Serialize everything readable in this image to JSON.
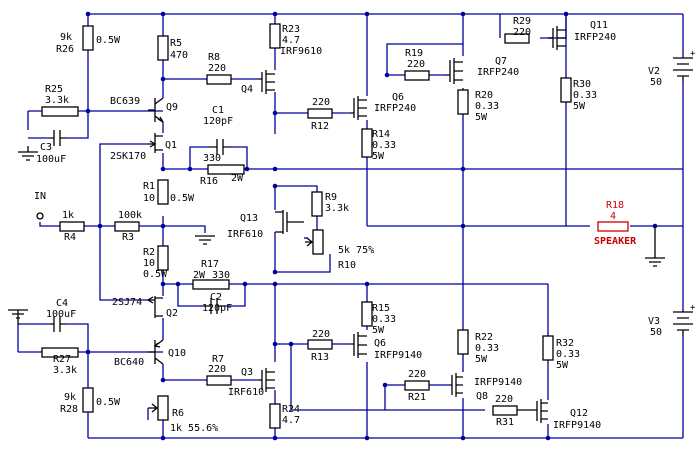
{
  "colors": {
    "wire": "#0000a0",
    "component": "#000000",
    "highlight": "#cc0000",
    "background": "#ffffff"
  },
  "labels": {
    "r26": "R26",
    "r26_val": "9k",
    "r26_pwr": "0.5W",
    "r25": "R25",
    "r25_val": "3.3k",
    "c3": "C3",
    "c3_val": "100uF",
    "q9_type": "BC639",
    "q9": "Q9",
    "r5": "R5",
    "r5_val": "470",
    "r8": "R8",
    "r8_val": "220",
    "r23": "R23",
    "r23_val": "4.7",
    "q4_type": "IRF9610",
    "q4": "Q4",
    "c1": "C1",
    "c1_val": "120pF",
    "q1_type": "2SK170",
    "q1": "Q1",
    "r16": "R16",
    "r16_val": "330",
    "r16_pwr": "2W",
    "r1": "R1",
    "r1_val": "10",
    "r1_pwr": "0.5W",
    "in_label": "IN",
    "r4": "R4",
    "r4_val": "1k",
    "r3": "R3",
    "r3_val": "100k",
    "r2": "R2",
    "r2_val": "10",
    "r2_pwr": "0.5W",
    "r17": "R17",
    "r17_val": "330",
    "r17_pwr": "2W",
    "c2": "C2",
    "c2_val": "120pF",
    "q2_type": "2SJ74",
    "q2": "Q2",
    "c4": "C4",
    "c4_val": "100uF",
    "r27": "R27",
    "r27_val": "3.3k",
    "q10_type": "BC640",
    "q10": "Q10",
    "r28": "R28",
    "r28_val": "9k",
    "r28_pwr": "0.5W",
    "r6": "R6",
    "r6_val": "1k 55.6%",
    "r7": "R7",
    "r7_val": "220",
    "q3": "Q3",
    "q3_type": "IRF610",
    "r24": "R24",
    "r24_val": "4.7",
    "q13": "Q13",
    "q13_type": "IRF610",
    "r9": "R9",
    "r9_val": "3.3k",
    "r10": "R10",
    "r10_val": "5k 75%",
    "r12": "R12",
    "r12_val": "220",
    "q6_top": "Q6",
    "q6_top_type": "IRFP240",
    "r14": "R14",
    "r14_val": "0.33",
    "r14_pwr": "5W",
    "r19": "R19",
    "r19_val": "220",
    "q7": "Q7",
    "q7_type": "IRFP240",
    "r20": "R20",
    "r20_val": "0.33",
    "r20_pwr": "5W",
    "r29": "R29",
    "r29_val": "220",
    "q11": "Q11",
    "q11_type": "IRFP240",
    "r30": "R30",
    "r30_val": "0.33",
    "r30_pwr": "5W",
    "v2": "V2",
    "v2_val": "50",
    "r18": "R18",
    "r18_val": "4",
    "speaker": "SPEAKER",
    "v3": "V3",
    "v3_val": "50",
    "r15": "R15",
    "r15_val": "0.33",
    "r15_pwr": "5W",
    "r13": "R13",
    "r13_val": "220",
    "q6_bot": "Q6",
    "q6_bot_type": "IRFP9140",
    "r22": "R22",
    "r22_val": "0.33",
    "r22_pwr": "5W",
    "r21": "R21",
    "r21_val": "220",
    "q8": "Q8",
    "q8_type": "IRFP9140",
    "r32": "R32",
    "r32_val": "0.33",
    "r32_pwr": "5W",
    "r31": "R31",
    "r31_val": "220",
    "q12": "Q12",
    "q12_type": "IRFP9140"
  }
}
